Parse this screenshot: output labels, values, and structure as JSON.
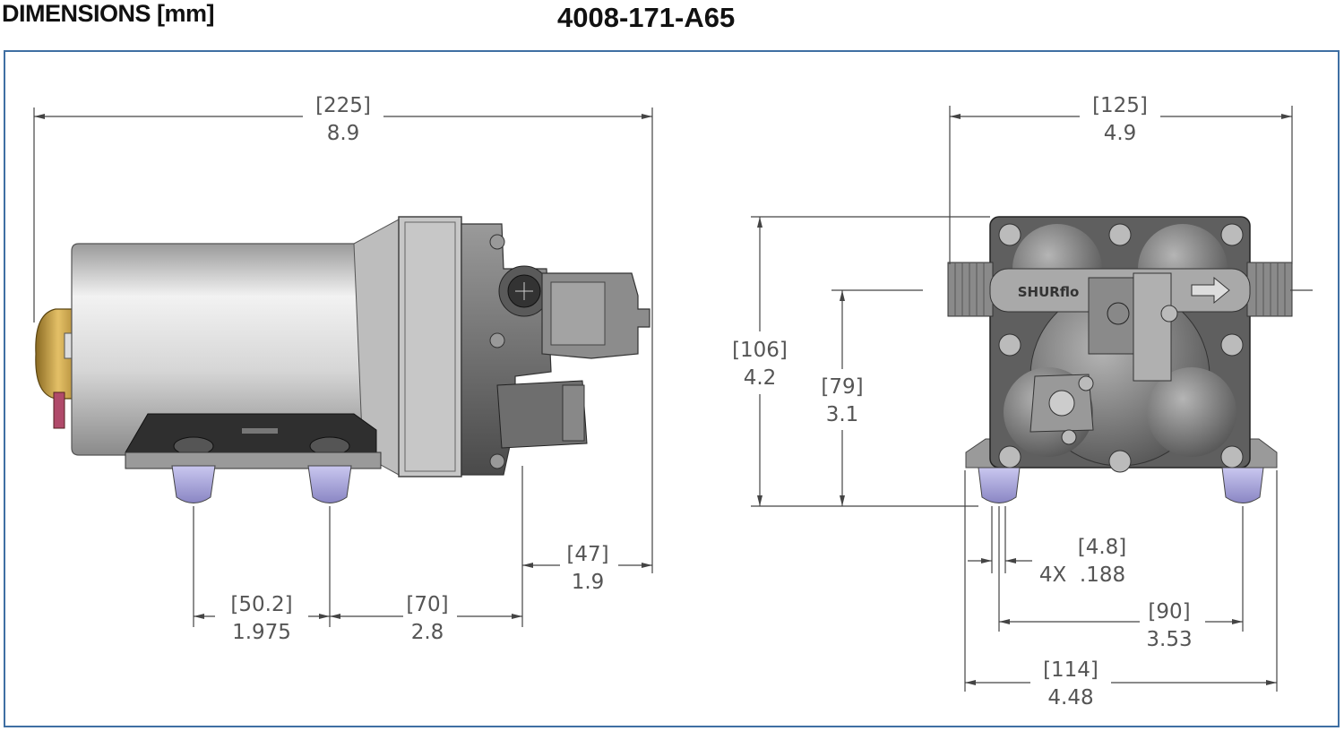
{
  "header": {
    "title": "DIMENSIONS [mm]",
    "part_number": "4008-171-A65"
  },
  "side_view": {
    "overall_length": {
      "mm": "[225]",
      "in": "8.9"
    },
    "foot_spacing": {
      "mm": "[50.2]",
      "in": "1.975"
    },
    "foot_to_head": {
      "mm": "[70]",
      "in": "2.8"
    },
    "port_offset": {
      "mm": "[47]",
      "in": "1.9"
    }
  },
  "front_view": {
    "overall_width": {
      "mm": "[125]",
      "in": "4.9"
    },
    "overall_height": {
      "mm": "[106]",
      "in": "4.2"
    },
    "port_height": {
      "mm": "[79]",
      "in": "3.1"
    },
    "mount_hole": {
      "mm": "[4.8]",
      "in": "4X  .188"
    },
    "foot_span": {
      "mm": "[90]",
      "in": "3.53"
    },
    "base_width": {
      "mm": "[114]",
      "in": "4.48"
    },
    "brand_label": "SHURflo"
  },
  "colors": {
    "frame": "#3f6fa3",
    "foot": "#a9a6d8",
    "brass": "#c9a24a",
    "motor": "#cfcfcf",
    "housing": "#7a7a7a"
  }
}
